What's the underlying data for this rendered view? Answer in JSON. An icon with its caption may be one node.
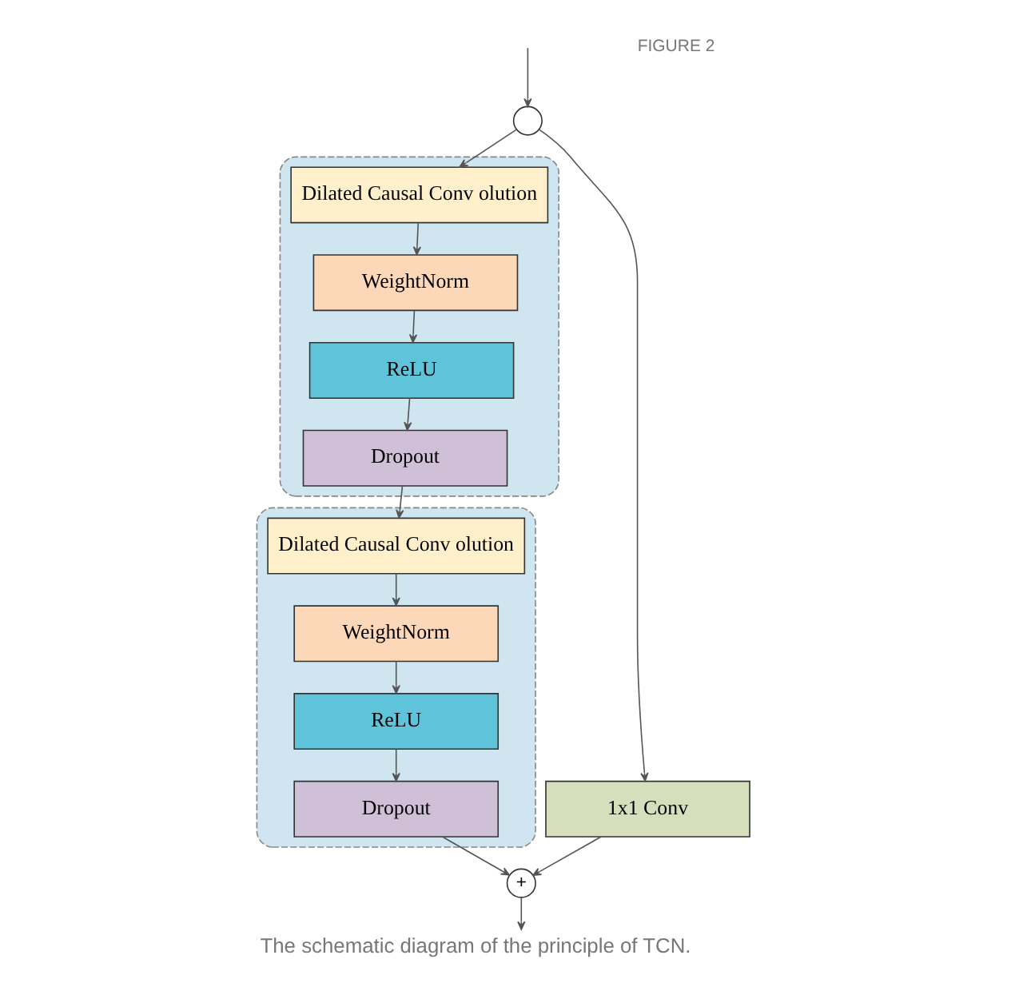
{
  "diagram": {
    "caption": "The schematic diagram of the principle of TCN.",
    "nodes": [
      {
        "text": [],
        "shape": "box"
      },
      {
        "text": [
          "Dropout"
        ],
        "in": 0
      },
      {
        "text": [
          "ReLU"
        ],
        "in": 0
      },
      {
        "text": [
          "WeightNorm"
        ],
        "in": 0
      },
      {
        "text": [
          "Dilated Causal Conv olution"
        ],
        "in": 0
      },
      {
        "text": [],
        "shape": "box"
      },
      {
        "text": [
          "Dilated Causal Conv olution"
        ],
        "in": 5
      },
      {
        "text": [
          "WeightNorm"
        ],
        "in": 5
      },
      {
        "text": [
          "ReLU"
        ],
        "in": 5
      },
      {
        "text": [
          "Dropout"
        ],
        "in": 5
      },
      {
        "text": [],
        "shape": "circle"
      },
      {
        "text": [
          "1x1 Conv"
        ]
      },
      {
        "text": [
          "+"
        ]
      }
    ],
    "edges": [
      {
        "from": null,
        "to": 10,
        "arrow": "to"
      },
      {
        "from": 10,
        "to": 4,
        "arrow": "to"
      },
      {
        "from": 4,
        "to": 3,
        "arrow": "to"
      },
      {
        "from": 3,
        "to": 2,
        "arrow": "to"
      },
      {
        "from": 2,
        "to": 1,
        "arrow": "to"
      },
      {
        "from": 1,
        "to": 6,
        "arrow": "to"
      },
      {
        "from": 6,
        "to": 7,
        "arrow": "to"
      },
      {
        "from": 7,
        "to": 8,
        "arrow": "to"
      },
      {
        "from": 8,
        "to": 9,
        "arrow": "to"
      },
      {
        "from": 9,
        "to": 12,
        "arrow": "to"
      },
      {
        "from": 10,
        "to": 11,
        "arrow": "to"
      },
      {
        "from": 11,
        "to": 12,
        "arrow": "to"
      },
      {
        "from": 12,
        "to": null,
        "arrow": "to"
      }
    ],
    "labels": [
      "FIGURE 2"
    ]
  }
}
